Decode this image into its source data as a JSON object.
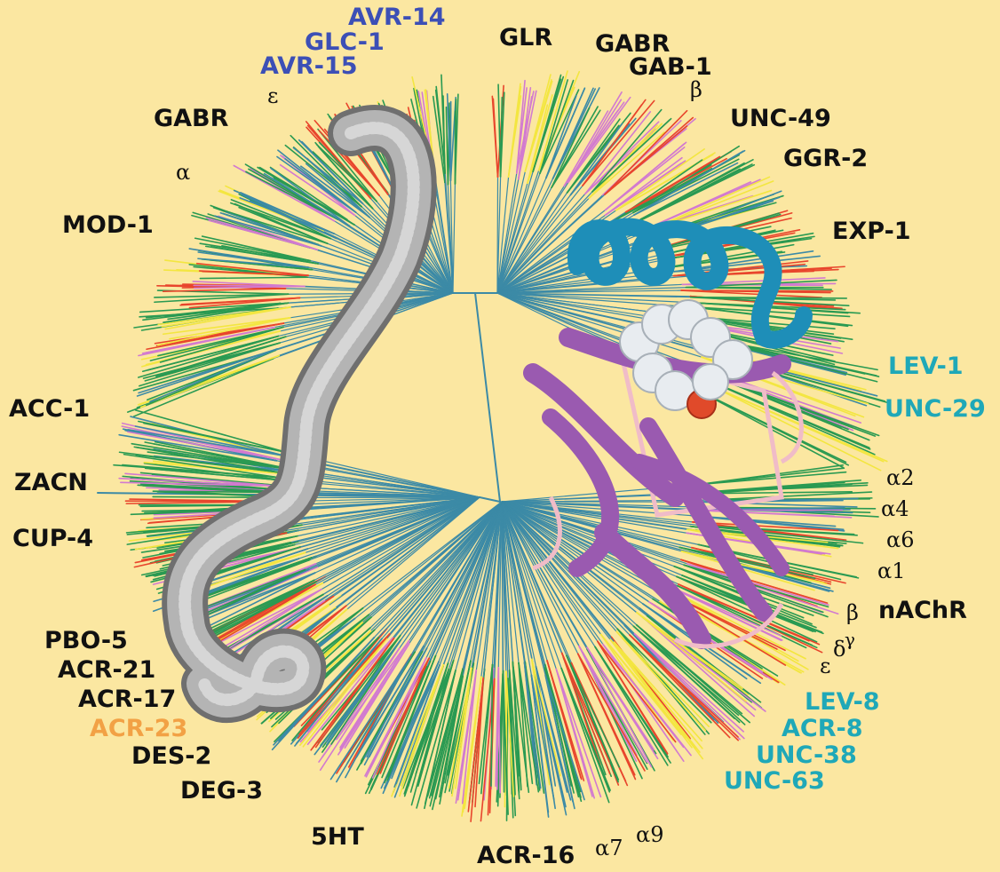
{
  "colors": {
    "background": "#fbe7a1",
    "branch_green": "#2a9a52",
    "branch_teal": "#3c8aa6",
    "branch_red": "#e8452c",
    "branch_yellow": "#f3e640",
    "branch_pink": "#d27ad0",
    "label_black": "#111111",
    "label_blue": "#3c4fb6",
    "label_teal": "#1fa8b8",
    "label_orange": "#f2a145",
    "protein_helix": "#1e8eb8",
    "protein_sheet": "#9a5ab0",
    "protein_loop": "#f0bcc8",
    "ligand_white": "#e8ecf0",
    "ligand_red": "#e04a2a",
    "worm_gray": "#9a9a9a"
  },
  "labels": {
    "avr14": "AVR-14",
    "glc1": "GLC-1",
    "avr15": "AVR-15",
    "glr": "GLR",
    "gabr_top": "GABR",
    "gab1": "GAB-1",
    "beta_top": "β",
    "epsilon_top": "ε",
    "gabr_left": "GABR",
    "unc49": "UNC-49",
    "alpha_left": "α",
    "ggr2": "GGR-2",
    "mod1": "MOD-1",
    "exp1": "EXP-1",
    "lev1": "LEV-1",
    "acc1": "ACC-1",
    "unc29": "UNC-29",
    "zacn": "ZACN",
    "alpha2": "α2",
    "alpha4": "α4",
    "cup4": "CUP-4",
    "alpha6": "α6",
    "alpha1": "α1",
    "beta_right": "β",
    "nachr": "nAChR",
    "pbo5": "PBO-5",
    "gamma": "γ",
    "delta": "δ",
    "epsilon_right": "ε",
    "acr21": "ACR-21",
    "acr17": "ACR-17",
    "lev8": "LEV-8",
    "acr23": "ACR-23",
    "acr8": "ACR-8",
    "des2": "DES-2",
    "unc38": "UNC-38",
    "unc63": "UNC-63",
    "deg3": "DEG-3",
    "fiveht": "5HT",
    "alpha7": "α7",
    "alpha9": "α9",
    "acr16": "ACR-16"
  }
}
